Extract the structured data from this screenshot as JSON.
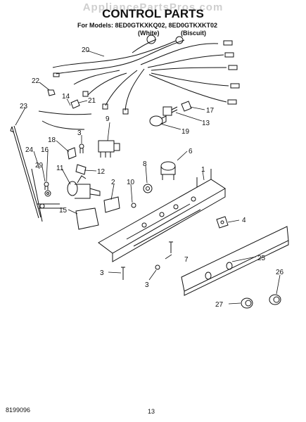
{
  "watermark": "AppliancePartsPros.com",
  "title": "CONTROL PARTS",
  "models_line": "For Models: 8ED0GTKXKQ02, 8ED0GTKXKT02",
  "variant_1": "(White)",
  "variant_2": "(Biscuit)",
  "doc_number": "8199096",
  "page_number": "13",
  "callouts": [
    {
      "id": "c1",
      "label": "1"
    },
    {
      "id": "c2",
      "label": "2"
    },
    {
      "id": "c3a",
      "label": "3"
    },
    {
      "id": "c3b",
      "label": "3"
    },
    {
      "id": "c3c",
      "label": "3"
    },
    {
      "id": "c4",
      "label": "4"
    },
    {
      "id": "c6",
      "label": "6"
    },
    {
      "id": "c7",
      "label": "7"
    },
    {
      "id": "c8",
      "label": "8"
    },
    {
      "id": "c9",
      "label": "9"
    },
    {
      "id": "c10",
      "label": "10"
    },
    {
      "id": "c11",
      "label": "11"
    },
    {
      "id": "c12",
      "label": "12"
    },
    {
      "id": "c13",
      "label": "13"
    },
    {
      "id": "c14",
      "label": "14"
    },
    {
      "id": "c15",
      "label": "15"
    },
    {
      "id": "c16",
      "label": "16"
    },
    {
      "id": "c17",
      "label": "17"
    },
    {
      "id": "c18",
      "label": "18"
    },
    {
      "id": "c19",
      "label": "19"
    },
    {
      "id": "c20",
      "label": "20"
    },
    {
      "id": "c21",
      "label": "21"
    },
    {
      "id": "c22",
      "label": "22"
    },
    {
      "id": "c23",
      "label": "23"
    },
    {
      "id": "c24",
      "label": "24"
    },
    {
      "id": "c25",
      "label": "25"
    },
    {
      "id": "c26",
      "label": "26"
    },
    {
      "id": "c27",
      "label": "27"
    },
    {
      "id": "c29",
      "label": "29"
    }
  ]
}
